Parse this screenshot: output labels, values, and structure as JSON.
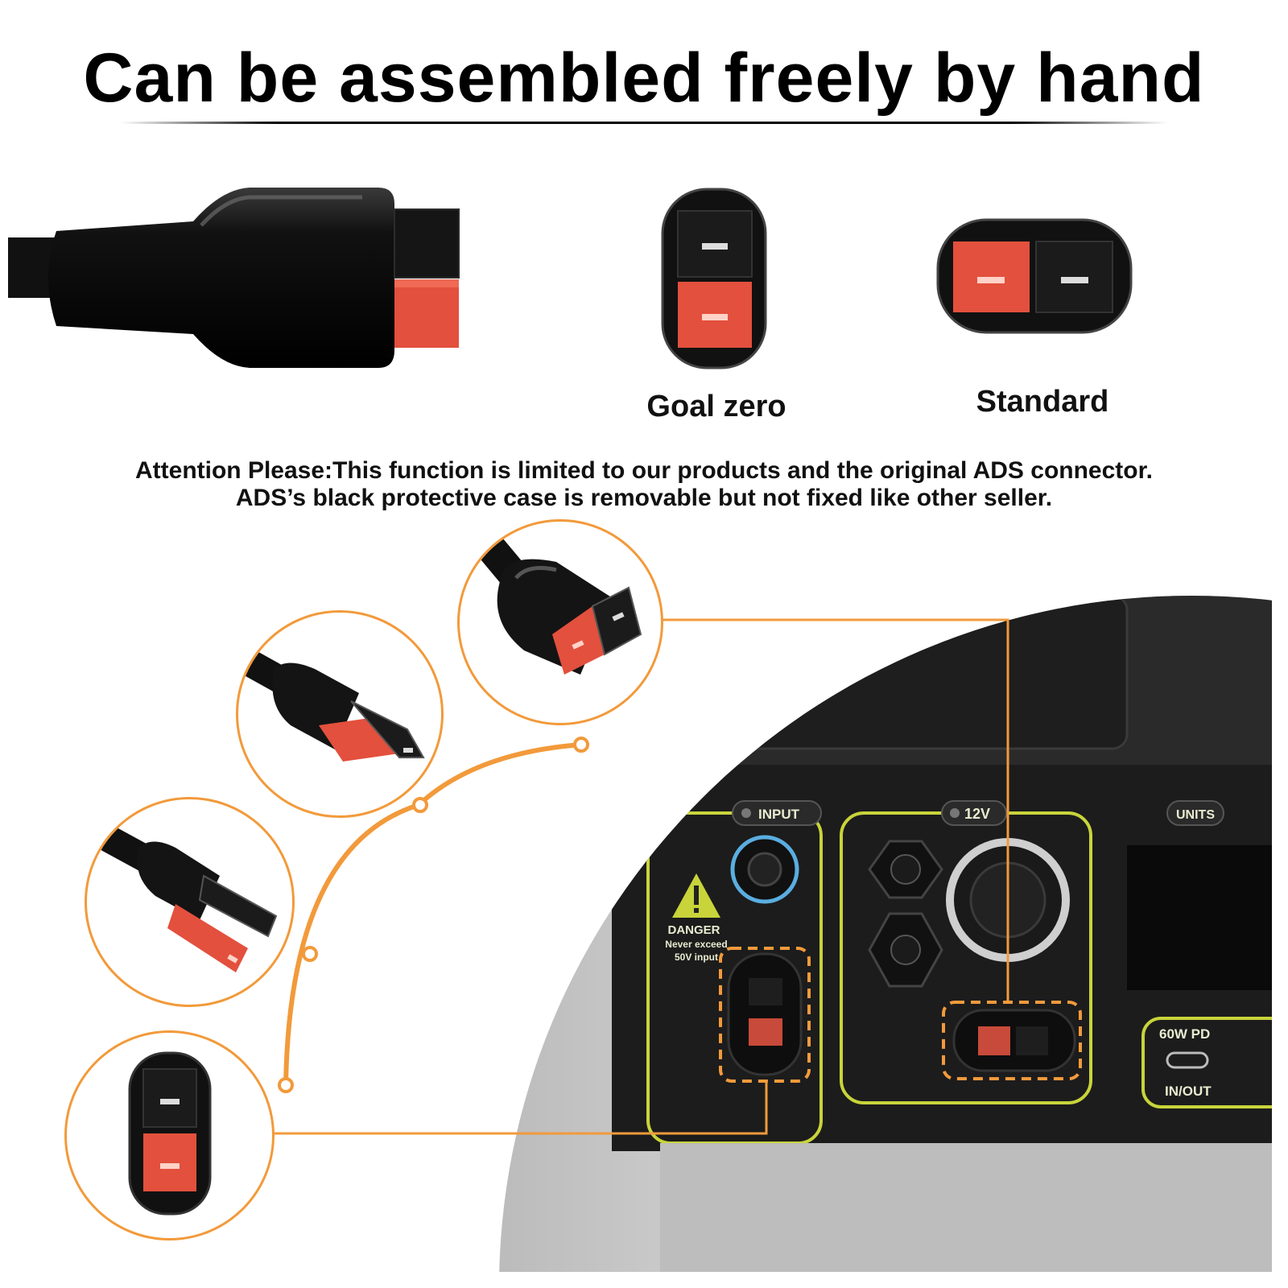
{
  "headline": "Can be assembled freely by hand",
  "labels": {
    "goal_zero": "Goal zero",
    "standard": "Standard"
  },
  "notice": {
    "line1": "Attention Please:This function is limited to our products and the original ADS connector.",
    "line2": "ADS’s black protective case is removable but not fixed like other seller."
  },
  "panel": {
    "input_label": "INPUT",
    "v12_label": "12V",
    "units_label": "UNITS",
    "danger_title": "DANGER",
    "danger_line1": "Never exceed",
    "danger_line2": "50V  input",
    "usb_label": "60W  PD",
    "inout_label": "IN/OUT"
  },
  "colors": {
    "accent_orange": "#f29a3b",
    "connector_red": "#e3503d",
    "housing_black": "#111111",
    "panel_yellow": "#c8d43a"
  }
}
